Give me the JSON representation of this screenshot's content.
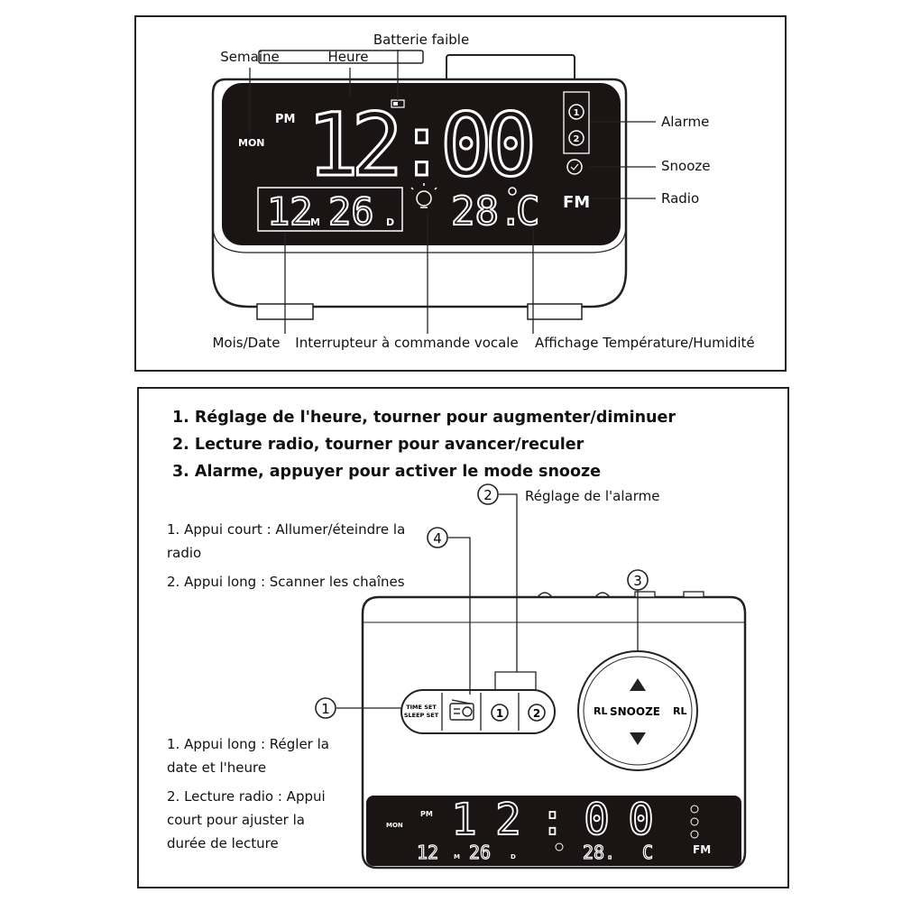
{
  "top_panel": {
    "labels": {
      "week": "Semaine",
      "hour": "Heure",
      "low_battery": "Batterie faible",
      "alarm": "Alarme",
      "snooze": "Snooze",
      "radio": "Radio",
      "month_date": "Mois/Date",
      "voice_switch": "Interrupteur à commande vocale",
      "temp_humidity": "Affichage Température/Humidité"
    },
    "display": {
      "ampm": "PM",
      "weekday": "MON",
      "time": "12:00",
      "month": "12",
      "month_unit": "M",
      "day": "26",
      "day_unit": "D",
      "temperature": "28.",
      "temp_unit": "C",
      "band": "FM",
      "alarm_1": "1",
      "alarm_2": "2"
    }
  },
  "bottom_panel": {
    "steps": [
      "1. Réglage de l'heure, tourner pour augmenter/diminuer",
      "2. Lecture radio, tourner pour avancer/reculer",
      "3. Alarme, appuyer pour activer le mode snooze"
    ],
    "callouts": {
      "c1": "1",
      "c2": "2",
      "c3": "3",
      "c4": "4",
      "alarm_setting": "Réglage de l'alarme"
    },
    "radio_notes": [
      "1. Appui court : Allumer/éteindre la radio",
      "2. Appui long : Scanner les chaînes"
    ],
    "time_notes": [
      "1. Appui long : Régler la date et l'heure",
      "2. Lecture radio : Appui court pour ajuster la durée de lecture"
    ],
    "buttons": {
      "time_set": "TIME SET",
      "sleep_set": "SLEEP SET",
      "alarm_1": "1",
      "alarm_2": "2"
    },
    "knob": {
      "left": "RL",
      "center": "SNOOZE",
      "right": "RL"
    },
    "display": {
      "ampm": "PM",
      "weekday": "MON",
      "time": "12:00",
      "month": "12",
      "month_unit": "M",
      "day": "26",
      "day_unit": "D",
      "temperature": "28.",
      "temp_unit": "C",
      "band": "FM"
    }
  }
}
